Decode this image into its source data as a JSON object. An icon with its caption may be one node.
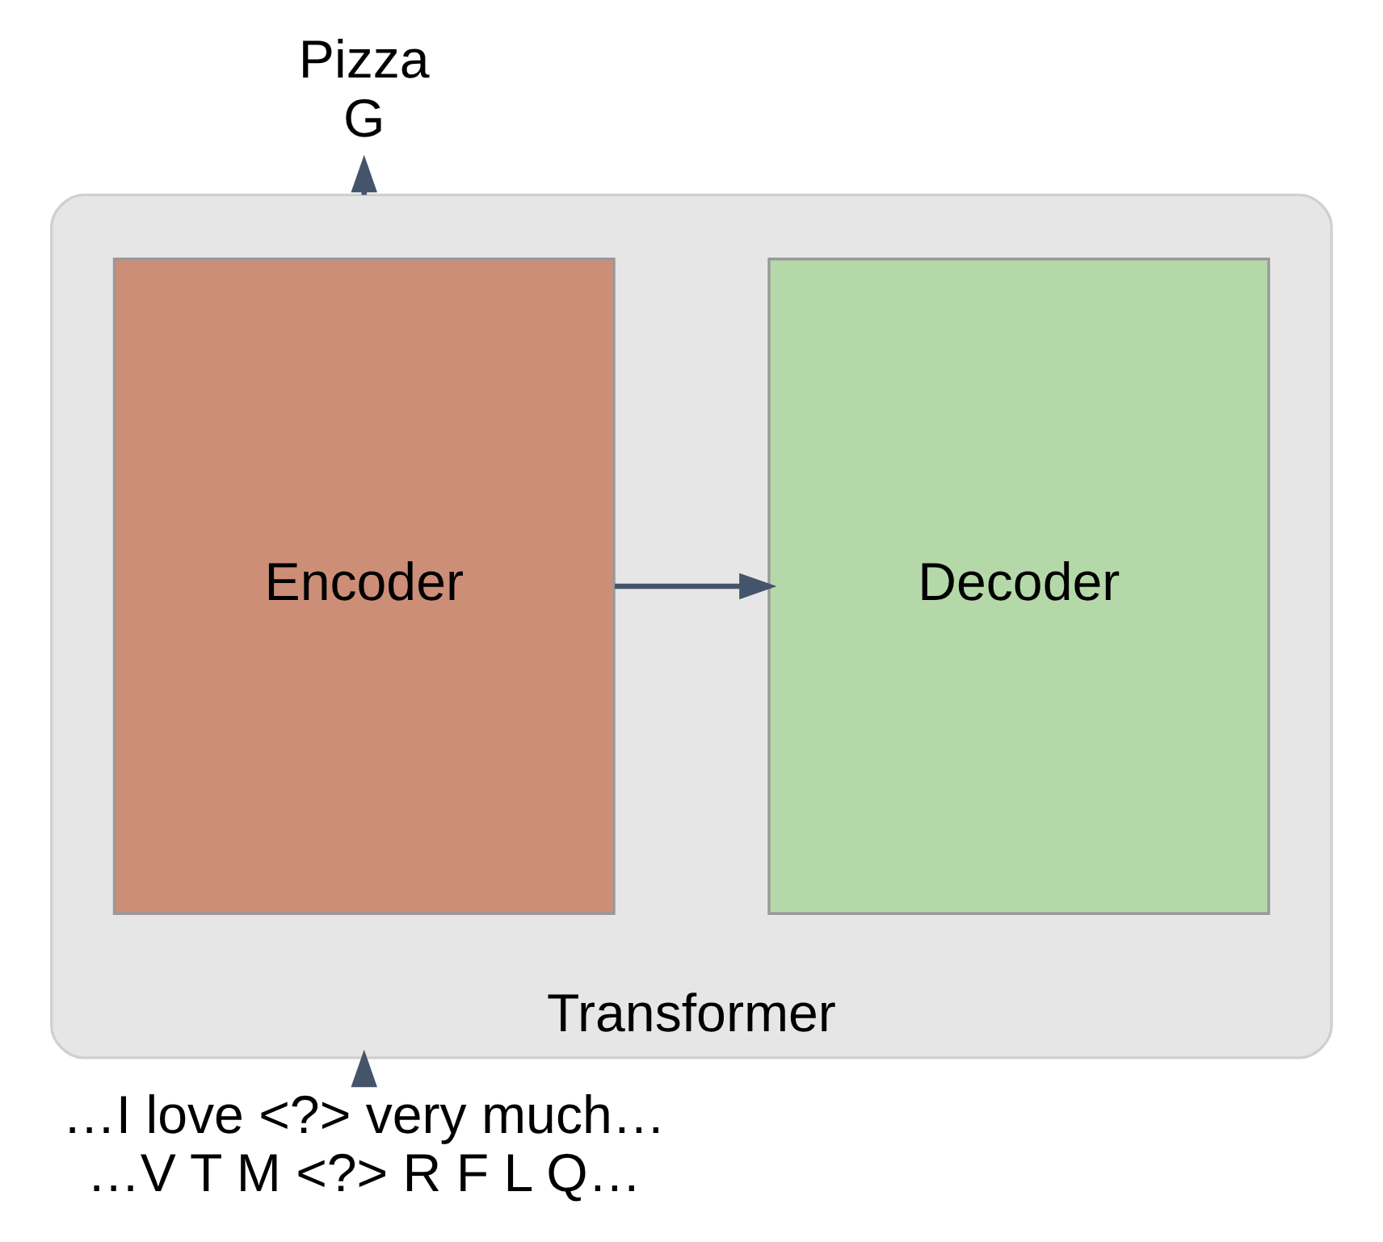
{
  "diagram": {
    "nodes": [
      {
        "text": [
          "Transformer"
        ]
      },
      {
        "text": [
          "Encoder"
        ],
        "in": 0
      },
      {
        "text": [
          "Decoder"
        ],
        "in": 0
      },
      {
        "text": [
          "…I love <?> very much…",
          "…V T M <?> R F L Q…"
        ]
      },
      {
        "text": [
          "Pizza",
          "G"
        ]
      }
    ],
    "edges": [
      {
        "from": 1,
        "to": 2,
        "arrow": "to"
      },
      {
        "from": 3,
        "to": 0,
        "arrow": "to"
      },
      {
        "from": 0,
        "to": 4,
        "arrow": "to"
      }
    ]
  }
}
